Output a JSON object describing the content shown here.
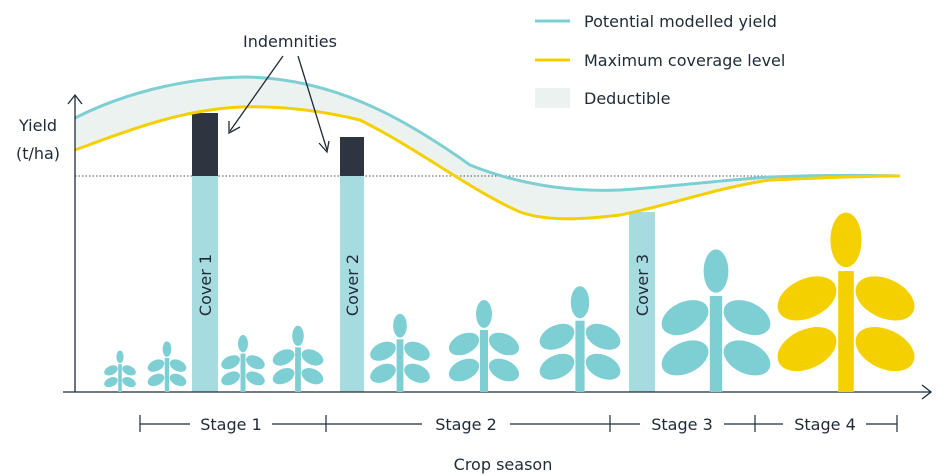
{
  "legend": {
    "items": [
      {
        "label": "Potential modelled yield",
        "kind": "line",
        "color": "#7ecfd4"
      },
      {
        "label": "Maximum coverage level",
        "kind": "line",
        "color": "#f5d000"
      },
      {
        "label": "Deductible",
        "kind": "area",
        "color": "#ecf2ef"
      }
    ]
  },
  "annotation": {
    "indemnities": "Indemnities"
  },
  "axes": {
    "y_label_line1": "Yield",
    "y_label_line2": "(t/ha)",
    "x_label": "Crop season"
  },
  "covers": [
    "Cover 1",
    "Cover 2",
    "Cover 3"
  ],
  "stages": [
    "Stage 1",
    "Stage 2",
    "Stage 3",
    "Stage 4"
  ],
  "colors": {
    "cover_bar": "#a6dce0",
    "indemnity": "#2f3540",
    "plant_teal": "#7ecfd4",
    "plant_yellow": "#f5d000",
    "axis": "#1f2a37"
  }
}
